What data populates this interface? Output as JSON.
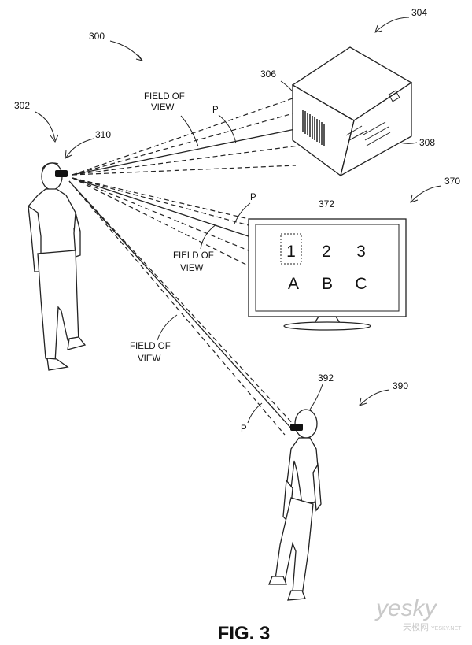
{
  "figure": {
    "caption": "FIG. 3",
    "ref_numerals": {
      "r300": "300",
      "r302": "302",
      "r304": "304",
      "r306": "306",
      "r308": "308",
      "r310": "310",
      "r370": "370",
      "r372": "372",
      "r390": "390",
      "r392": "392"
    },
    "field_of_view": {
      "line1": "FIELD OF",
      "line2": "VIEW"
    },
    "point_label": "P",
    "display_characters": {
      "row1": [
        "1",
        "2",
        "3"
      ],
      "row2": [
        "A",
        "B",
        "C"
      ]
    }
  },
  "watermark": {
    "brand": "yesky",
    "sub": "天极网",
    "url": "YESKY.NET"
  }
}
